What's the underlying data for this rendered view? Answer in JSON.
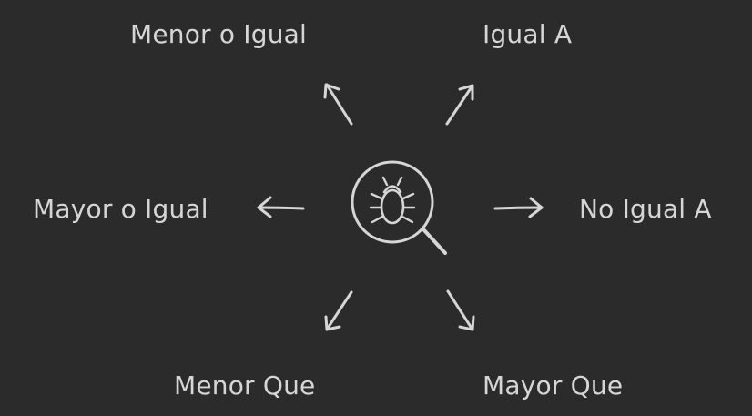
{
  "diagram": {
    "colors": {
      "background": "#2b2b2b",
      "stroke": "#d6d6d6",
      "text": "#d6d6d6"
    },
    "center": {
      "icon": "bug-search-icon"
    },
    "labels": {
      "top_left": "Menor o Igual",
      "top_right": "Igual A",
      "mid_left": "Mayor o Igual",
      "mid_right": "No Igual A",
      "bottom_left": "Menor Que",
      "bottom_right": "Mayor Que"
    }
  }
}
